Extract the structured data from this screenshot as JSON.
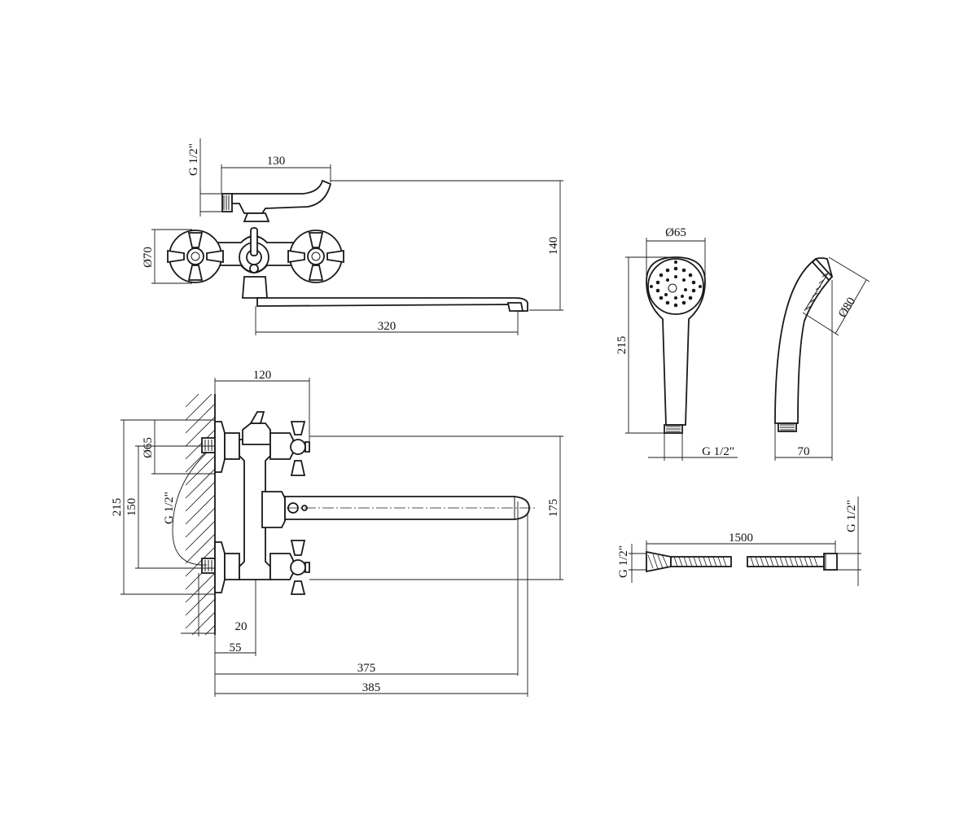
{
  "dimensions": {
    "top_thread": "G 1/2\"",
    "top_130": "130",
    "top_70": "Ø70",
    "top_140": "140",
    "top_320": "320",
    "side_120": "120",
    "side_65": "Ø65",
    "side_215": "215",
    "side_150": "150",
    "side_thread": "G 1/2\"",
    "side_175": "175",
    "side_20": "20",
    "side_55": "55",
    "side_375": "375",
    "side_385": "385",
    "head_65": "Ø65",
    "head_215": "215",
    "head_thread": "G 1/2\"",
    "head_80": "Ø80",
    "head_70": "70",
    "hose_1500": "1500",
    "hose_thread_left": "G 1/2\"",
    "hose_thread_right": "G 1/2\""
  },
  "colors": {
    "line": "#1a1a1a",
    "background": "#ffffff"
  }
}
